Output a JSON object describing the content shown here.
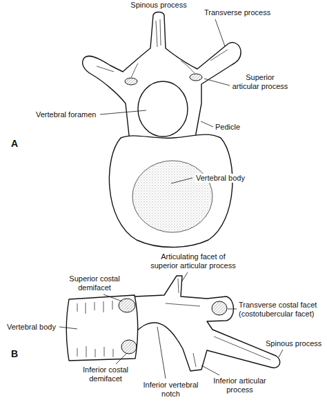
{
  "diagram": {
    "labels": [
      "Spinous process",
      "Transverse process",
      "Superior articular process",
      "Vertebral foramen",
      "Pedicle",
      "Vertebral body",
      "A",
      "Articulating facet of superior articular process",
      "Superior costal demifacet",
      "Transverse costal facet (costotubercular facet)",
      "Vertebral body",
      "B",
      "Inferior costal demifacet",
      "Spinous process",
      "Inferior vertebral notch",
      "Inferior articular process"
    ]
  }
}
